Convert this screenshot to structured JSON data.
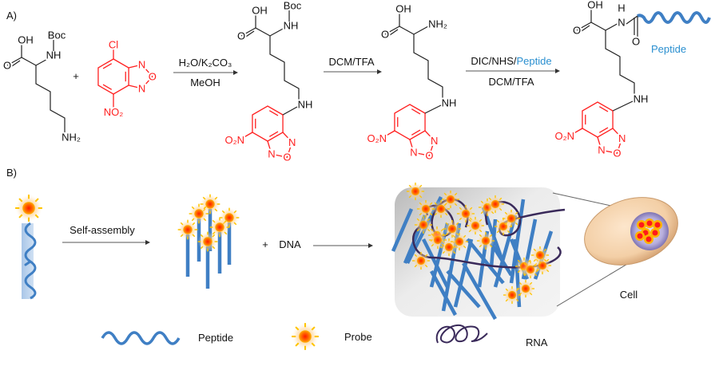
{
  "colors": {
    "nbd": "#ff1f1f",
    "peptide": "#3f7fc4",
    "peptide_text": "#2a8fd0",
    "rna": "#3a2a5a",
    "probe_core": "#ff2a00",
    "probe_ray": "#ffc400",
    "cell": "#f5d2ab",
    "nucleus": "#b9b0dd"
  },
  "scheme_a": {
    "label": "A)",
    "reactant_1": {
      "atoms": [
        "OH",
        "O",
        "NH",
        "Boc",
        "NH₂"
      ]
    },
    "plus": "+",
    "reactant_2": {
      "atoms": [
        "Cl",
        "N",
        "O",
        "N",
        "NO₂"
      ]
    },
    "step_1": {
      "above": "H₂O/K₂CO₃",
      "below": "MeOH"
    },
    "intermediate_1": {
      "atoms": [
        "OH",
        "O",
        "NH",
        "Boc",
        "NH",
        "N",
        "O",
        "N",
        "O₂N"
      ]
    },
    "step_2": {
      "above": "DCM/TFA"
    },
    "intermediate_2": {
      "atoms": [
        "OH",
        "O",
        "NH₂",
        "NH",
        "N",
        "O",
        "N",
        "O₂N"
      ]
    },
    "step_3": {
      "above_reagents": "DIC/NHS/",
      "above_peptide": "Peptide",
      "below": "DCM/TFA"
    },
    "product": {
      "atoms": [
        "OH",
        "O",
        "H",
        "N",
        "O",
        "NH",
        "N",
        "O",
        "N",
        "O₂N"
      ],
      "peptide_label": "Peptide"
    }
  },
  "scheme_b": {
    "label": "B)",
    "step_1": "Self-assembly",
    "plus": "+",
    "step_2": "DNA",
    "cell_label": "Cell",
    "legend": [
      {
        "icon": "peptide-helix-icon",
        "label": "Peptide"
      },
      {
        "icon": "probe-icon",
        "label": "Probe"
      },
      {
        "icon": "rna-icon",
        "label": "RNA"
      }
    ]
  }
}
